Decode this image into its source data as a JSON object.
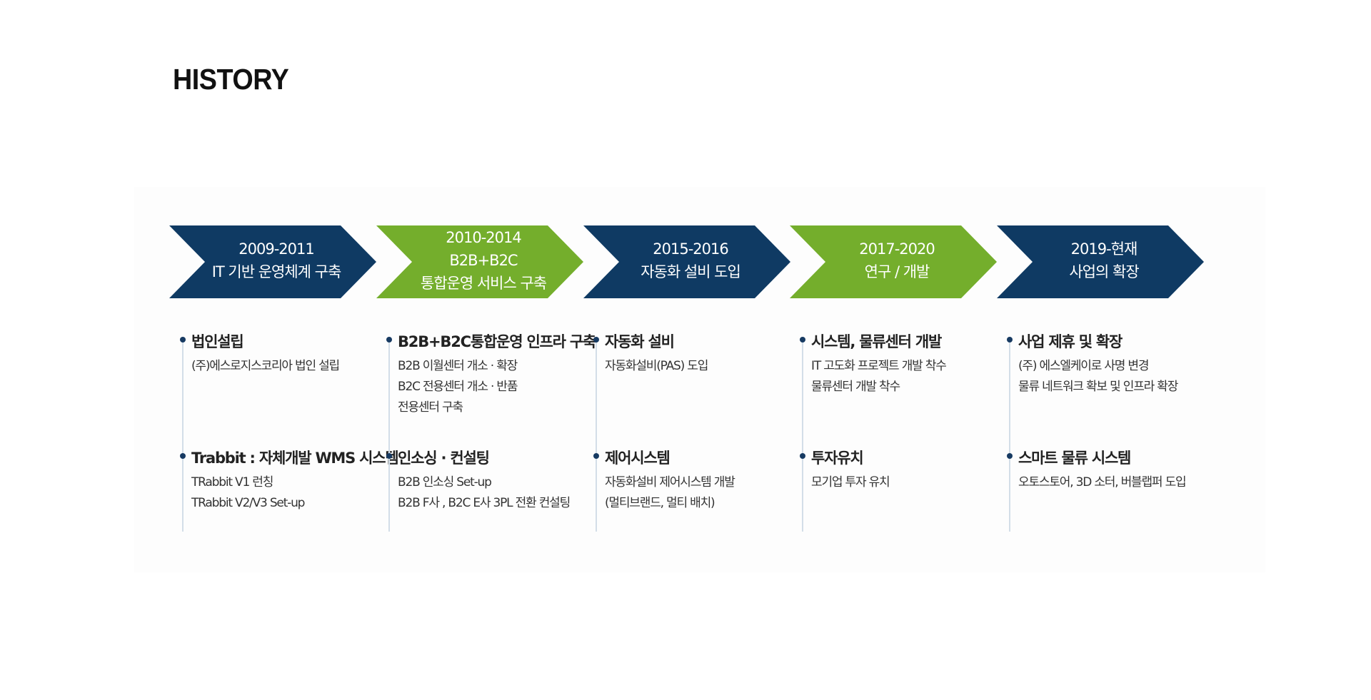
{
  "page": {
    "title": "HISTORY"
  },
  "colors": {
    "navy": "#0f3a63",
    "green": "#74ae2c",
    "dot": "#173a62",
    "line": "#d3dee8"
  },
  "timeline": [
    {
      "period": "2009-2011",
      "heading_lines": [
        "IT 기반 운영체계 구축"
      ],
      "color": "navy",
      "items": [
        {
          "title": "법인설립",
          "lines": [
            "(주)에스로지스코리아 법인 설립"
          ]
        },
        {
          "title": "Trabbit : 자체개발 WMS 시스템",
          "lines": [
            "TRabbit V1 런칭",
            "TRabbit V2/V3 Set-up"
          ]
        }
      ]
    },
    {
      "period": "2010-2014",
      "heading_lines": [
        "B2B+B2C",
        "통합운영 서비스 구축"
      ],
      "color": "green",
      "items": [
        {
          "title": "B2B+B2C통합운영 인프라 구축",
          "lines": [
            "B2B 이월센터 개소 · 확장",
            "B2C 전용센터 개소 · 반품",
            "전용센터 구축"
          ]
        },
        {
          "title": "인소싱 · 컨설팅",
          "lines": [
            "B2B  인소싱 Set-up",
            "B2B F사 , B2C  E사 3PL 전환 컨설팅"
          ]
        }
      ]
    },
    {
      "period": "2015-2016",
      "heading_lines": [
        "자동화 설비 도입"
      ],
      "color": "navy",
      "items": [
        {
          "title": "자동화 설비",
          "lines": [
            "자동화설비(PAS) 도입"
          ]
        },
        {
          "title": "제어시스템",
          "lines": [
            "자동화설비 제어시스템 개발",
            "(멀티브랜드, 멀티 배치)"
          ]
        }
      ]
    },
    {
      "period": "2017-2020",
      "heading_lines": [
        "연구 / 개발"
      ],
      "color": "green",
      "items": [
        {
          "title": "시스템, 물류센터 개발",
          "lines": [
            "IT 고도화 프로젝트 개발 착수",
            "물류센터 개발 착수"
          ]
        },
        {
          "title": "투자유치",
          "lines": [
            "모기업 투자 유치"
          ]
        }
      ]
    },
    {
      "period": "2019-현재",
      "heading_lines": [
        "사업의 확장"
      ],
      "color": "navy",
      "items": [
        {
          "title": "사업 제휴 및 확장",
          "lines": [
            "(주) 에스엘케이로 사명 변경",
            "물류 네트워크 확보 및 인프라 확장"
          ]
        },
        {
          "title": "스마트 물류 시스템",
          "lines": [
            "오토스토어, 3D 소터, 버블랩퍼 도입"
          ]
        }
      ]
    }
  ]
}
